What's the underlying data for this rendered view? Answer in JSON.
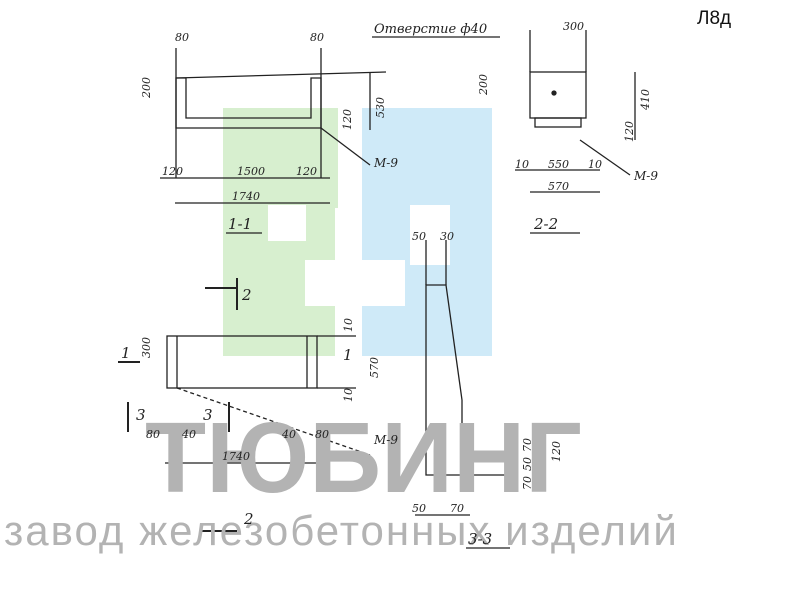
{
  "sheet_code": "Л8д",
  "watermark": {
    "brand": "ТЮБИНГ",
    "tagline": "завод железобетонных изделий",
    "logo_color_green": "#d7efcf",
    "logo_color_blue": "#cfeaf8",
    "text_color": "#b3b3b3"
  },
  "drawing": {
    "hole_note": "Отверстие ф40",
    "section_1_1": {
      "title": "1-1",
      "dim_top_left": "80",
      "dim_top_right": "80",
      "dim_left_height": "200",
      "dim_right_height": "530",
      "dim_inner": "120",
      "dim_bottom_left": "120",
      "dim_span": "1500",
      "dim_bottom_right": "120",
      "dim_total": "1740",
      "part": "M-9"
    },
    "section_2_2": {
      "title": "2-2",
      "dim_top": "300",
      "dim_left": "200",
      "dim_right_top": "410",
      "dim_right_bottom": "120",
      "dim_side_left": "10",
      "dim_inner_width": "550",
      "dim_side_right": "10",
      "dim_total": "570",
      "part": "M-9"
    },
    "plan": {
      "cut_2_top": "2",
      "cut_1_left": "1",
      "cut_1_right": "1",
      "cut_3_left": "3",
      "cut_3_mid": "3",
      "cut_2_bottom": "2",
      "dim_height": "300",
      "dim_right_top": "10",
      "dim_right_mid": "570",
      "dim_right_bottom": "10",
      "dim_left_80": "80",
      "dim_left_40": "40",
      "dim_right_40": "40",
      "dim_right_80": "80",
      "dim_total": "1740",
      "part": "M-9"
    },
    "section_3_3": {
      "title": "3-3",
      "dim_top_50": "50",
      "dim_top_30": "30",
      "dim_right_70": "70",
      "dim_right_50": "50",
      "dim_right_70b": "70",
      "dim_right_120": "120",
      "dim_bottom_50": "50",
      "dim_bottom_70": "70"
    }
  }
}
